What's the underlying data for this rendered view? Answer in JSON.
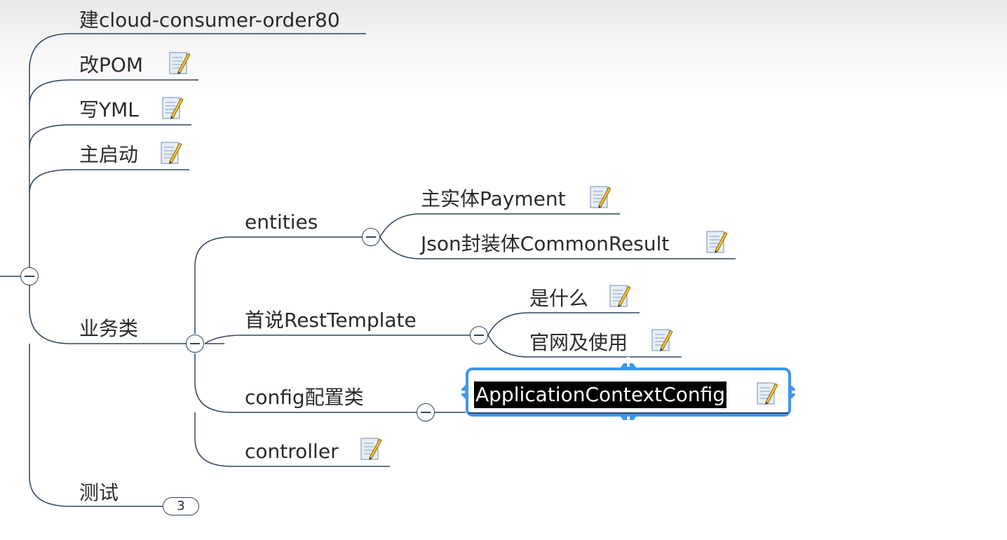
{
  "topics": {
    "create_module": "建cloud-consumer-order80",
    "modify_pom": "改POM",
    "write_yml": "写YML",
    "main_startup": "主启动",
    "business_classes": "业务类",
    "test": "测试"
  },
  "business": {
    "entities": "entities",
    "rest_template": "首说RestTemplate",
    "config": "config配置类",
    "controller": "controller"
  },
  "entities_children": {
    "payment": "主实体Payment",
    "common_result": "Json封装体CommonResult"
  },
  "rest_children": {
    "what_is": "是什么",
    "official_site": "官网及使用"
  },
  "config_children": {
    "selected": "ApplicationContextConfig"
  },
  "test_badge": "3",
  "icons": {
    "note": "note-pencil-icon",
    "collapse": "collapse-minus-icon",
    "add": "add-plus-icon"
  },
  "colors": {
    "line": "#2f4460",
    "selection": "#3b97f0",
    "label_bg": "#000000"
  }
}
